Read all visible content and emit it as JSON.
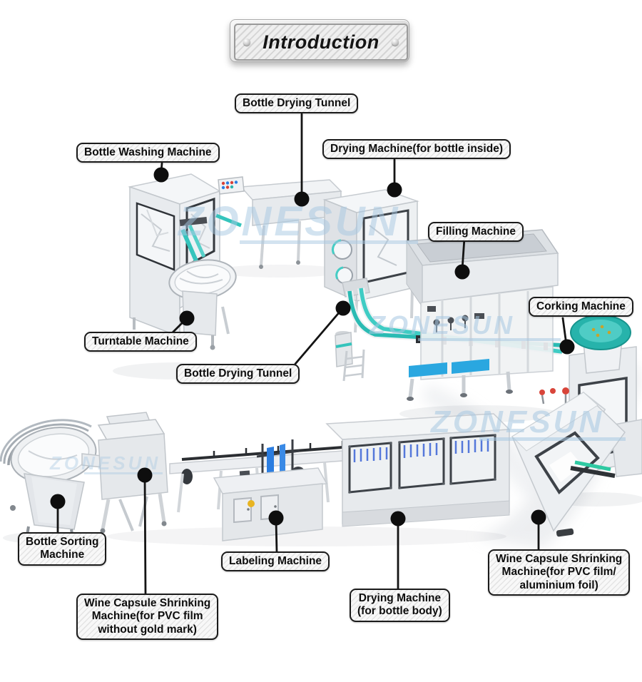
{
  "title": {
    "text": "Introduction"
  },
  "watermark": {
    "text": "ZONESUN",
    "color": "#a7c8e2"
  },
  "colors": {
    "conveyor_teal": "#35c4bc",
    "bowl_teal": "#27b3ab",
    "accent_blue": "#2aa7e0",
    "bottle_blue": "#3b63d6",
    "callout_ink": "#141414",
    "machine_grey": "#e9ecef",
    "alert_red": "#d8453a",
    "indicator_yellow": "#e8b421"
  },
  "labels": [
    {
      "id": "bottle-drying-tunnel-top",
      "lines": [
        "Bottle Drying Tunnel"
      ]
    },
    {
      "id": "bottle-washing-machine",
      "lines": [
        "Bottle Washing Machine"
      ]
    },
    {
      "id": "drying-machine-bottle-inside",
      "lines": [
        "Drying Machine(for bottle inside)"
      ]
    },
    {
      "id": "filling-machine",
      "lines": [
        "Filling Machine"
      ]
    },
    {
      "id": "corking-machine",
      "lines": [
        "Corking Machine"
      ]
    },
    {
      "id": "turntable-machine",
      "lines": [
        "Turntable Machine"
      ]
    },
    {
      "id": "bottle-drying-tunnel-lower",
      "lines": [
        "Bottle Drying Tunnel"
      ]
    },
    {
      "id": "bottle-sorting-machine",
      "lines": [
        "Bottle Sorting",
        "Machine"
      ]
    },
    {
      "id": "wine-capsule-shrinking-machine-pvc-no-gold",
      "lines": [
        "Wine Capsule Shrinking",
        "Machine(for PVC film",
        "without gold mark)"
      ]
    },
    {
      "id": "labeling-machine",
      "lines": [
        "Labeling Machine"
      ]
    },
    {
      "id": "drying-machine-bottle-body",
      "lines": [
        "Drying Machine",
        "(for bottle body)"
      ]
    },
    {
      "id": "wine-capsule-shrinking-machine-pvc-aluminium",
      "lines": [
        "Wine Capsule Shrinking",
        "Machine(for PVC film/",
        "aluminium foil)"
      ]
    }
  ]
}
